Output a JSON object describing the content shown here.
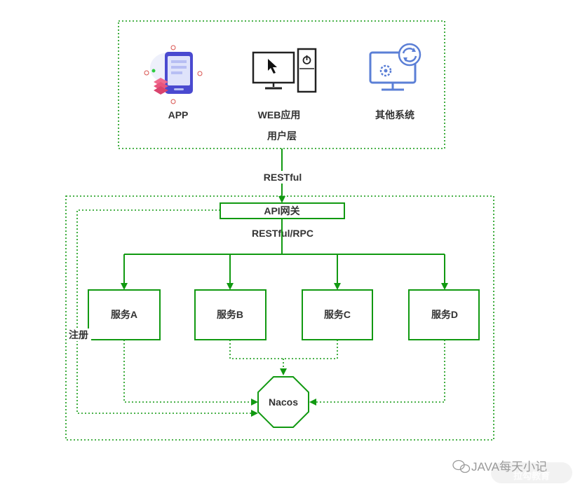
{
  "colors": {
    "line": "#119911",
    "text": "#333333",
    "app_purple": "#4a4ad0",
    "app_pink": "#f06a8e",
    "other_blue": "#5b7fd6",
    "watermark": "#9a9a9a"
  },
  "user_layer": {
    "title": "用户层",
    "clients": [
      {
        "label": "APP",
        "icon": "mobile-app-icon"
      },
      {
        "label": "WEB应用",
        "icon": "desktop-computer-icon"
      },
      {
        "label": "其他系统",
        "icon": "monitor-sync-icon"
      }
    ]
  },
  "links": {
    "user_to_gateway": "RESTful",
    "gateway_to_services": "RESTful/RPC",
    "register": "注册"
  },
  "gateway": {
    "label": "API网关"
  },
  "services": [
    {
      "label": "服务A"
    },
    {
      "label": "服务B"
    },
    {
      "label": "服务C"
    },
    {
      "label": "服务D"
    }
  ],
  "registry": {
    "label": "Nacos"
  },
  "watermark": {
    "text": "JAVA每天小记",
    "sub": "拉勾教育",
    "icon": "wechat-icon"
  }
}
